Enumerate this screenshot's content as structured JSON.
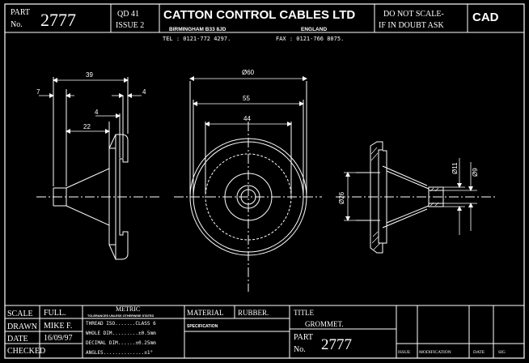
{
  "title_block": {
    "part_label_1": "PART",
    "part_label_2": "No.",
    "part_number": "2777",
    "qd": "QD 41",
    "issue": "ISSUE 2",
    "company": "CATTON CONTROL CABLES LTD",
    "city": "BIRMINGHAM B33 8JD",
    "country": "ENGLAND",
    "tel": "TEL : 0121-772 4297.",
    "fax": "FAX : 0121-766 8075.",
    "do_not_scale_1": "DO NOT SCALE-",
    "do_not_scale_2": "IF IN DOUBT ASK",
    "cad": "CAD"
  },
  "dimensions": {
    "d39": "39",
    "d7": "7",
    "d4a": "4",
    "d4b": "4",
    "d22": "22",
    "d60": "Ø60",
    "d55": "55",
    "d44": "44",
    "d26": "Ø26",
    "d11": "Ø11",
    "d9": "Ø9"
  },
  "footer": {
    "scale_label": "SCALE",
    "scale_value": "FULL.",
    "drawn_label": "DRAWN",
    "drawn_value": "MIKE F.",
    "date_label": "DATE",
    "date_value": "16/09/97",
    "checked_label": "CHECKED",
    "metric": "METRIC",
    "metric_note": "TOLERANCES UNLESS OTHERWISE STATED",
    "thread": "THREAD ISO.......CLASS 6",
    "whole": "WHOLE DIM.........±0.5mm",
    "decimal": "DECIMAL DIM......±0.25mm",
    "angles": "ANGLES..............±1°",
    "material_label": "MATERIAL",
    "material_value": "RUBBER.",
    "specification_label": "SPECIFICATION",
    "title_label": "TITLE",
    "title_value": "GROMMET.",
    "part_label_1": "PART",
    "part_label_2": "No.",
    "part_number": "2777",
    "issue_col": "ISSUE",
    "modification_col": "MODIFICATION",
    "date_col": "DATE",
    "sig_col": "SIG"
  }
}
